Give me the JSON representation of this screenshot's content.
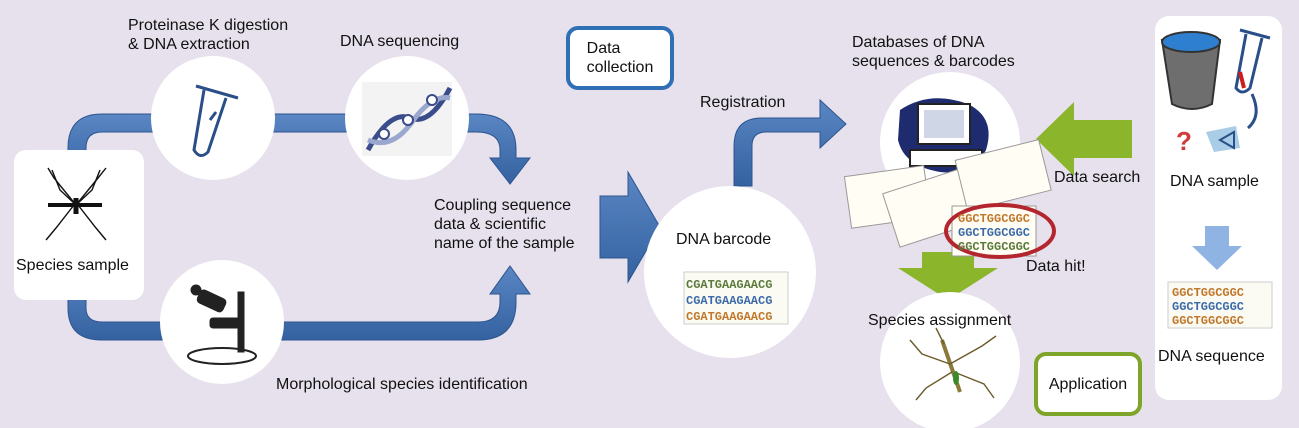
{
  "labels": {
    "proteinase": "Proteinase K digestion\n& DNA extraction",
    "dna_sequencing": "DNA sequencing",
    "data_collection": "Data\ncollection",
    "registration": "Registration",
    "databases": "Databases of DNA\nsequences & barcodes",
    "coupling": "Coupling sequence\ndata & scientific\nname of the sample",
    "dna_barcode": "DNA barcode",
    "species_sample": "Species sample",
    "morphological": "Morphological species identification",
    "data_search": "Data search",
    "data_hit": "Data hit!",
    "species_assignment": "Species assignment",
    "application": "Application",
    "dna_sample": "DNA sample",
    "dna_sequence": "DNA sequence"
  },
  "barcode_sequences": [
    "CGATGAAGAACG",
    "CGATGAAGAACG",
    "CGATGAAGAACG"
  ],
  "sample_sequences": [
    "GGCTGGCGGC",
    "GGCTGGCGGC",
    "GGCTGGCGGC"
  ],
  "hit_sequences": [
    "GGCTGGCGGC",
    "GGCTGGCGGC",
    "GGCTGGCGGC"
  ],
  "colors": {
    "background": "#e6e1ec",
    "flow_arrow": "#3f6eae",
    "search_arrow": "#8bb52a",
    "data_collection_border": "#2f6fb5",
    "application_border": "#7ea42a",
    "hit_ellipse": "#b3262e"
  }
}
